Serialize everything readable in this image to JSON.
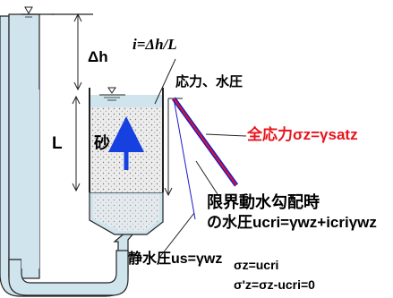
{
  "labels": {
    "hydraulic_gradient": "i=Δh/L",
    "delta_h": "Δh",
    "length": "L",
    "sand": "砂",
    "stress_water_pressure": "応力、水圧",
    "total_stress": "全応力σz=γsatz",
    "critical_gradient_title": "限界動水勾配時",
    "critical_pore_pressure": "の水圧ucri=γwz+icriγwz",
    "hydrostatic_pressure": "静水圧us=γwz",
    "sigma_z_eq": "σz=ucri",
    "effective_stress_eq": "σ'z=σz-ucri=0"
  },
  "colors": {
    "total_stress_line": "#e8141b",
    "water_pressure_line": "#1a1acc",
    "flow_arrow": "#1640e0",
    "water_fill": "#d0e4ee",
    "sand_fill": "#ececec"
  }
}
